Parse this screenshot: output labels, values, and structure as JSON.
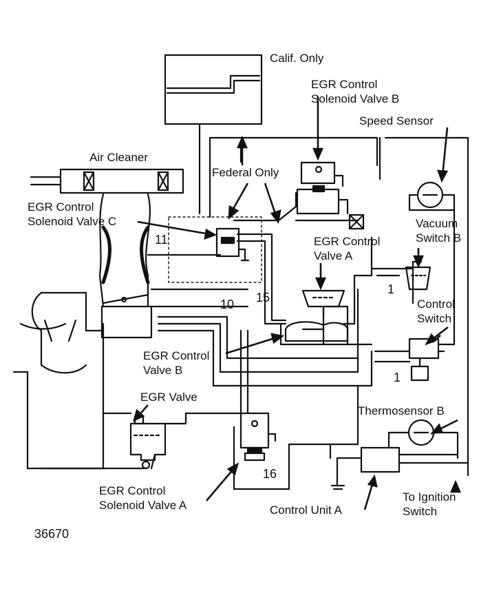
{
  "labels": {
    "calif_only": "Calif. Only",
    "egr_solenoid_b": [
      "EGR Control",
      "Solenoid Valve B"
    ],
    "speed_sensor": "Speed Sensor",
    "air_cleaner": "Air Cleaner",
    "federal_only": "Federal Only",
    "egr_solenoid_c": [
      "EGR Control",
      "Solenoid Valve C"
    ],
    "vacuum_switch_b": [
      "Vacuum",
      "Switch B"
    ],
    "egr_valve_a": [
      "EGR Control",
      "Valve A"
    ],
    "control_switch": [
      "Control",
      "Switch"
    ],
    "egr_valve_b": [
      "EGR Control",
      "Valve B"
    ],
    "egr_valve": "EGR Valve",
    "thermosensor_b": "Thermosensor B",
    "egr_solenoid_a": [
      "EGR Control",
      "Solenoid Valve A"
    ],
    "control_unit_a": "Control Unit A",
    "ignition_switch": [
      "To Ignition",
      "Switch"
    ]
  },
  "numbers": {
    "n11": "11",
    "n10": "10",
    "n15": "15",
    "n1_top": "1",
    "n1_bottom": "1",
    "n16": "16"
  },
  "figure_id": "36670"
}
